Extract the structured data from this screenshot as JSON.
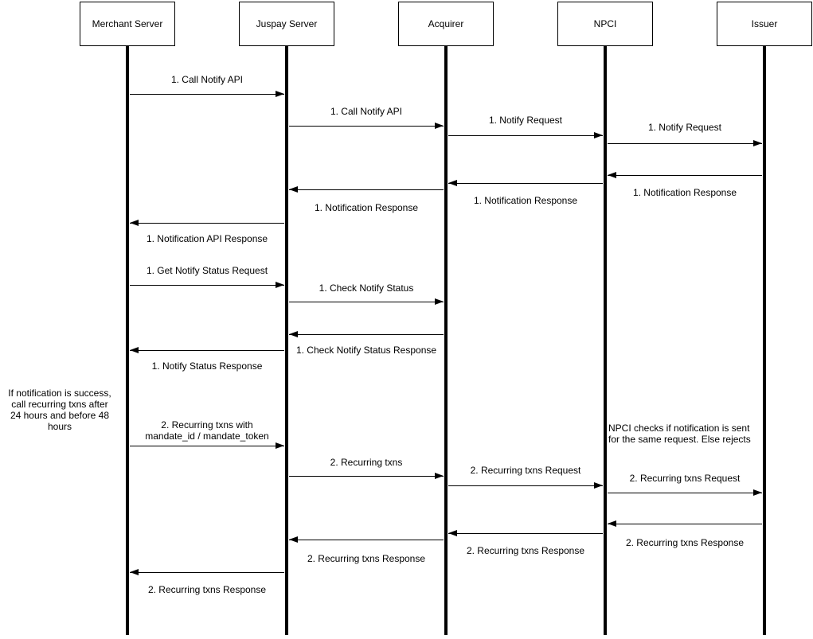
{
  "diagram": {
    "type": "sequence",
    "participants": [
      {
        "name": "Merchant Server"
      },
      {
        "name": "Juspay Server"
      },
      {
        "name": "Acquirer"
      },
      {
        "name": "NPCI"
      },
      {
        "name": "Issuer"
      }
    ],
    "messages": [
      {
        "from": "Merchant Server",
        "to": "Juspay Server",
        "label": "1. Call Notify API"
      },
      {
        "from": "Juspay Server",
        "to": "Acquirer",
        "label": "1. Call Notify API"
      },
      {
        "from": "Acquirer",
        "to": "NPCI",
        "label": "1. Notify Request"
      },
      {
        "from": "NPCI",
        "to": "Issuer",
        "label": "1. Notify Request"
      },
      {
        "from": "Issuer",
        "to": "NPCI",
        "label": "1. Notification Response"
      },
      {
        "from": "NPCI",
        "to": "Acquirer",
        "label": "1. Notification Response"
      },
      {
        "from": "Acquirer",
        "to": "Juspay Server",
        "label": "1. Notification Response"
      },
      {
        "from": "Juspay Server",
        "to": "Merchant Server",
        "label": "1. Notification API Response"
      },
      {
        "from": "Merchant Server",
        "to": "Juspay Server",
        "label": "1. Get Notify Status Request"
      },
      {
        "from": "Juspay Server",
        "to": "Acquirer",
        "label": "1. Check Notify Status"
      },
      {
        "from": "Acquirer",
        "to": "Juspay Server",
        "label": "1. Check Notify Status Response"
      },
      {
        "from": "Juspay Server",
        "to": "Merchant Server",
        "label": "1. Notify Status Response"
      },
      {
        "from": "Merchant Server",
        "to": "Juspay Server",
        "label": "2. Recurring txns with\nmandate_id / mandate_token"
      },
      {
        "from": "Juspay Server",
        "to": "Acquirer",
        "label": "2. Recurring txns"
      },
      {
        "from": "Acquirer",
        "to": "NPCI",
        "label": "2. Recurring txns Request"
      },
      {
        "from": "NPCI",
        "to": "Issuer",
        "label": "2. Recurring txns Request"
      },
      {
        "from": "Issuer",
        "to": "NPCI",
        "label": "2. Recurring txns Response"
      },
      {
        "from": "NPCI",
        "to": "Acquirer",
        "label": "2. Recurring txns Response"
      },
      {
        "from": "Acquirer",
        "to": "Juspay Server",
        "label": "2. Recurring txns Response"
      },
      {
        "from": "Juspay Server",
        "to": "Merchant Server",
        "label": "2. Recurring txns Response"
      }
    ],
    "notes": [
      {
        "text": "If notification is success,\ncall recurring txns after\n24 hours and before 48\nhours"
      },
      {
        "text": "NPCI checks if notification is sent\nfor the same request. Else rejects"
      }
    ],
    "colors": {
      "line": "#000000",
      "text": "#000000",
      "box_fill": "#ffffff",
      "background": "#ffffff"
    }
  }
}
